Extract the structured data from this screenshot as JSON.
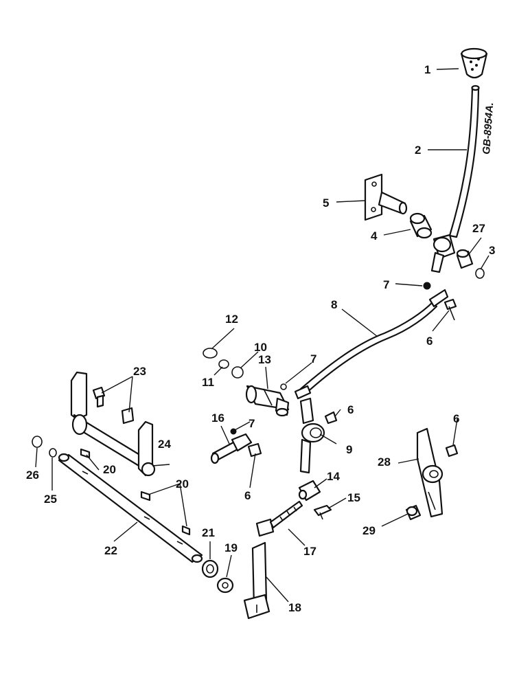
{
  "drawing_ref": "GB-8954A.",
  "callouts": [
    {
      "id": "c1",
      "text": "1"
    },
    {
      "id": "c2",
      "text": "2"
    },
    {
      "id": "c3",
      "text": "3"
    },
    {
      "id": "c4",
      "text": "4"
    },
    {
      "id": "c5",
      "text": "5"
    },
    {
      "id": "c6a",
      "text": "6"
    },
    {
      "id": "c6b",
      "text": "6"
    },
    {
      "id": "c6c",
      "text": "6"
    },
    {
      "id": "c6d",
      "text": "6"
    },
    {
      "id": "c7a",
      "text": "7"
    },
    {
      "id": "c7b",
      "text": "7"
    },
    {
      "id": "c7c",
      "text": "7"
    },
    {
      "id": "c8",
      "text": "8"
    },
    {
      "id": "c9",
      "text": "9"
    },
    {
      "id": "c10",
      "text": "10"
    },
    {
      "id": "c11",
      "text": "11"
    },
    {
      "id": "c12",
      "text": "12"
    },
    {
      "id": "c13",
      "text": "13"
    },
    {
      "id": "c14",
      "text": "14"
    },
    {
      "id": "c15",
      "text": "15"
    },
    {
      "id": "c16",
      "text": "16"
    },
    {
      "id": "c17",
      "text": "17"
    },
    {
      "id": "c18",
      "text": "18"
    },
    {
      "id": "c19",
      "text": "19"
    },
    {
      "id": "c20a",
      "text": "20"
    },
    {
      "id": "c20b",
      "text": "20"
    },
    {
      "id": "c21",
      "text": "21"
    },
    {
      "id": "c22",
      "text": "22"
    },
    {
      "id": "c23",
      "text": "23"
    },
    {
      "id": "c24",
      "text": "24"
    },
    {
      "id": "c25",
      "text": "25"
    },
    {
      "id": "c26",
      "text": "26"
    },
    {
      "id": "c27",
      "text": "27"
    },
    {
      "id": "c28",
      "text": "28"
    },
    {
      "id": "c29",
      "text": "29"
    }
  ]
}
